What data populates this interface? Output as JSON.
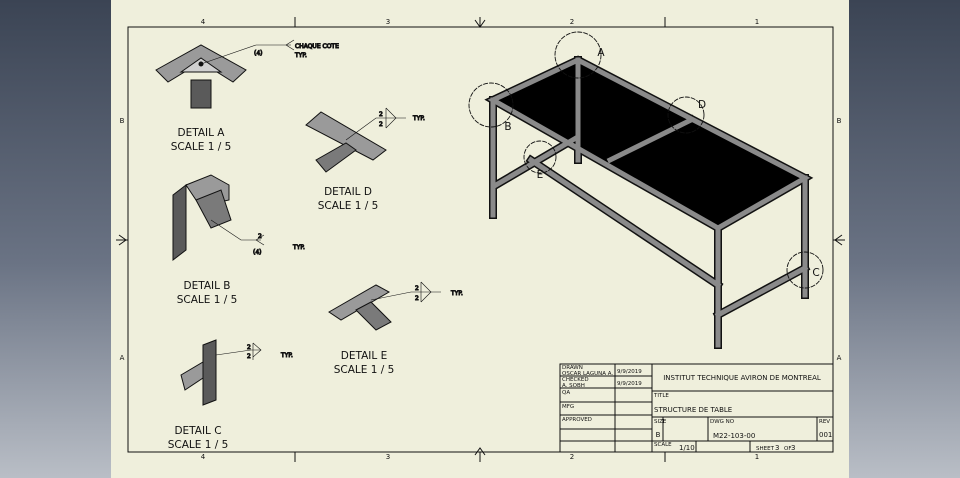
{
  "zones": {
    "columns": [
      "4",
      "3",
      "2",
      "1"
    ],
    "rows": [
      "B",
      "A"
    ]
  },
  "details": [
    {
      "name": "DETAIL  A",
      "scale": "SCALE 1 / 5",
      "weld_note": "CHAQUE COTE",
      "weld_typ": "TYP.",
      "weld_qty": "(4)"
    },
    {
      "name": "DETAIL  B",
      "scale": "SCALE 1 / 5",
      "weld_size_top": "2",
      "weld_qty": "(4)",
      "weld_typ": "TYP."
    },
    {
      "name": "DETAIL  C",
      "scale": "SCALE 1 / 5",
      "weld_size_top": "2",
      "weld_size_bottom": "2",
      "weld_typ": "TYP."
    },
    {
      "name": "DETAIL  D",
      "scale": "SCALE 1 / 5",
      "weld_size_top": "2",
      "weld_size_bottom": "2",
      "weld_typ": "TYP."
    },
    {
      "name": "DETAIL  E",
      "scale": "SCALE 1 / 5",
      "weld_size_top": "2",
      "weld_size_bottom": "2",
      "weld_typ": "TYP."
    }
  ],
  "callouts": [
    "A",
    "B",
    "C",
    "D",
    "E"
  ],
  "title_block": {
    "drawn_label": "DRAWN",
    "drawn_by": "OSCAR LAGUNA A.",
    "drawn_date": "9/9/2019",
    "checked_label": "CHECKED",
    "checked_by": "A. SOBH",
    "checked_date": "9/9/2019",
    "qa_label": "QA",
    "mfg_label": "MFG",
    "approved_label": "APPROVED",
    "company": "INSTITUT TECHNIQUE AVIRON DE MONTREAL",
    "title_label": "TITLE",
    "title": "STRUCTURE DE TABLE",
    "size_label": "SIZE",
    "size": "B",
    "dwg_label": "DWG NO",
    "dwg_no": "M22-103-00",
    "rev_label": "REV",
    "rev": "001",
    "scale_label": "SCALE",
    "scale": "1/10",
    "sheet_label": "SHEET",
    "sheet": "3",
    "of_label": "OF",
    "sheet_total": "3"
  }
}
